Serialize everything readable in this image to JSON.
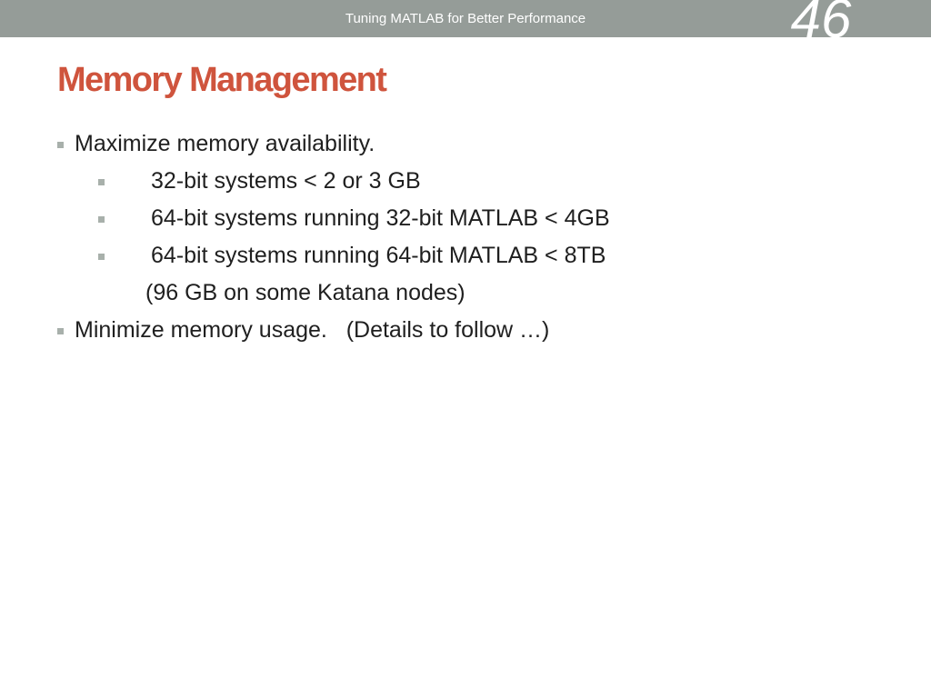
{
  "header": {
    "presentation_title": "Tuning MATLAB for Better Performance",
    "slide_number": "46",
    "band_color": "#959c98"
  },
  "slide": {
    "title": "Memory Management",
    "title_color": "#cf543d",
    "bullets": [
      "Maximize memory availability.",
      "32-bit systems < 2 or 3 GB",
      "64-bit systems running 32-bit MATLAB < 4GB",
      "64-bit systems running 64-bit MATLAB < 8TB",
      "(96 GB on some Katana nodes)",
      "Minimize memory usage.   (Details to follow …)"
    ],
    "bullet_marker": "square-bullet-icon",
    "bullet_color": "#a8b0ab"
  }
}
